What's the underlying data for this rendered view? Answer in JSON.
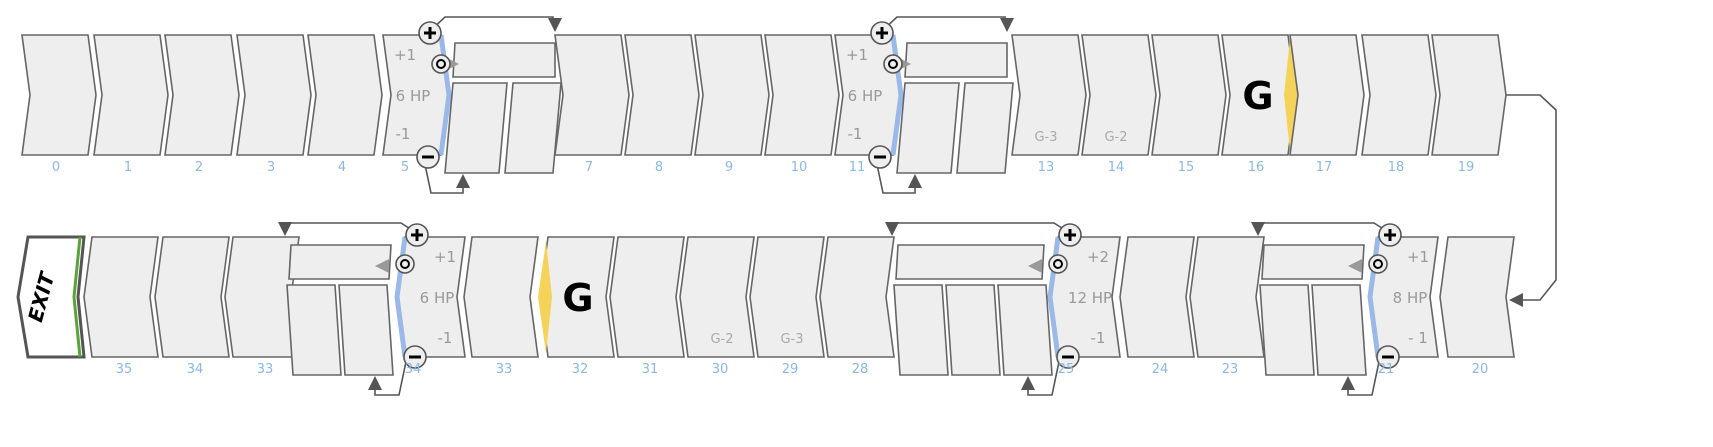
{
  "colors": {
    "tile": "#eeeeee",
    "number": "#8ab8e6",
    "hp_line": "#9ab8e8",
    "gate": "#f5d35a",
    "exit_stripe": "#5aa33a"
  },
  "exit_label": "EXIT",
  "top_row": [
    {
      "n": "0"
    },
    {
      "n": "1"
    },
    {
      "n": "2"
    },
    {
      "n": "3"
    },
    {
      "n": "4"
    },
    {
      "n": "5",
      "hp": "6 HP",
      "plus": "+1",
      "minus": "-1"
    },
    {
      "n": "7"
    },
    {
      "n": "8"
    },
    {
      "n": "9"
    },
    {
      "n": "10"
    },
    {
      "n": "11",
      "hp": "6 HP",
      "plus": "+1",
      "minus": "-1"
    },
    {
      "n": "13",
      "tag": "G-3"
    },
    {
      "n": "14",
      "tag": "G-2"
    },
    {
      "n": "15"
    },
    {
      "n": "16",
      "big": "G"
    },
    {
      "n": "17"
    },
    {
      "n": "18"
    },
    {
      "n": "19"
    }
  ],
  "bottom_row": [
    {
      "n": "35"
    },
    {
      "n": "34"
    },
    {
      "n": "33"
    },
    {
      "n": "34",
      "hp": "6 HP",
      "plus": "+1",
      "minus": "-1"
    },
    {
      "n": "33"
    },
    {
      "n": "32",
      "big": "G"
    },
    {
      "n": "31"
    },
    {
      "n": "30",
      "tag": "G-2"
    },
    {
      "n": "29",
      "tag": "G-3"
    },
    {
      "n": "28"
    },
    {
      "n": "25",
      "hp": "12 HP",
      "plus": "+2",
      "minus": "-1"
    },
    {
      "n": "24"
    },
    {
      "n": "23"
    },
    {
      "n": "21",
      "hp": "8 HP",
      "plus": "+1",
      "minus": "- 1"
    },
    {
      "n": "20"
    }
  ]
}
